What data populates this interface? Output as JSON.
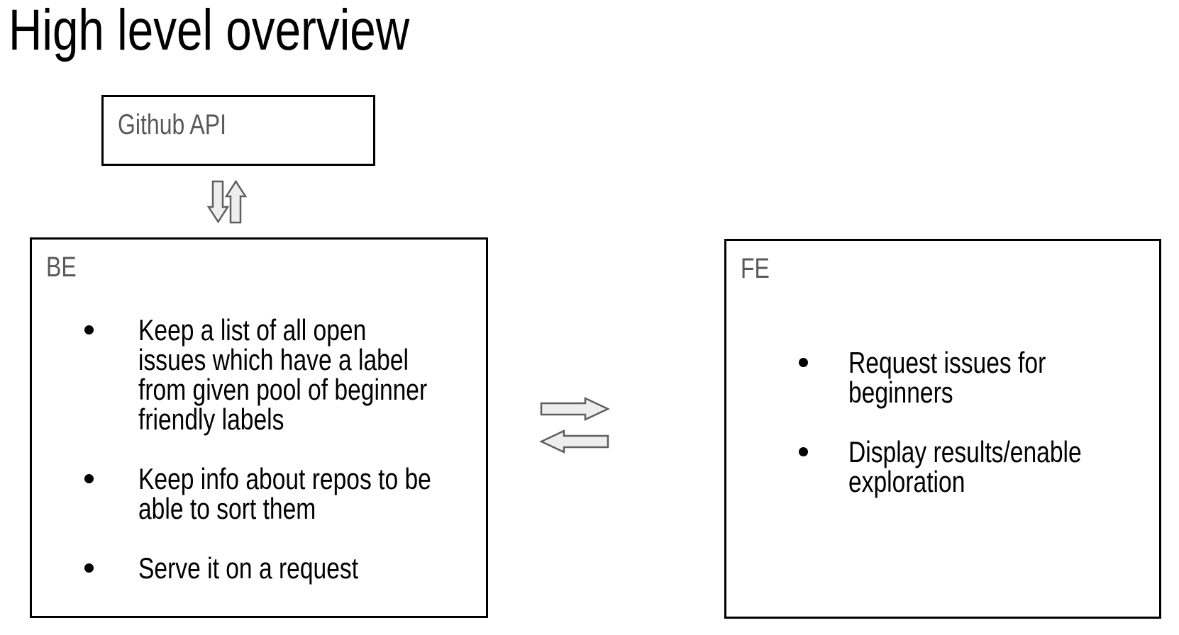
{
  "slide": {
    "title": "High level overview"
  },
  "github_box": {
    "label": "Github API"
  },
  "be_box": {
    "label": "BE",
    "bullets": [
      "Keep a list of all open issues which have a label from given pool of beginner friendly labels",
      "Keep info about repos to be able to sort them",
      "Serve it on a request"
    ]
  },
  "fe_box": {
    "label": "FE",
    "bullets": [
      "Request issues for beginners",
      "Display results/enable exploration"
    ]
  },
  "connectors": {
    "github_to_be": [
      "down-arrow-icon",
      "up-arrow-icon"
    ],
    "be_to_fe": [
      "right-arrow-icon",
      "left-arrow-icon"
    ]
  },
  "colors": {
    "background": "#ffffff",
    "title_text": "#000000",
    "body_text": "#000000",
    "box_border": "#000000",
    "secondary_label": "#595959",
    "arrow_fill": "#eeeeee",
    "arrow_stroke": "#5f5f5f"
  }
}
